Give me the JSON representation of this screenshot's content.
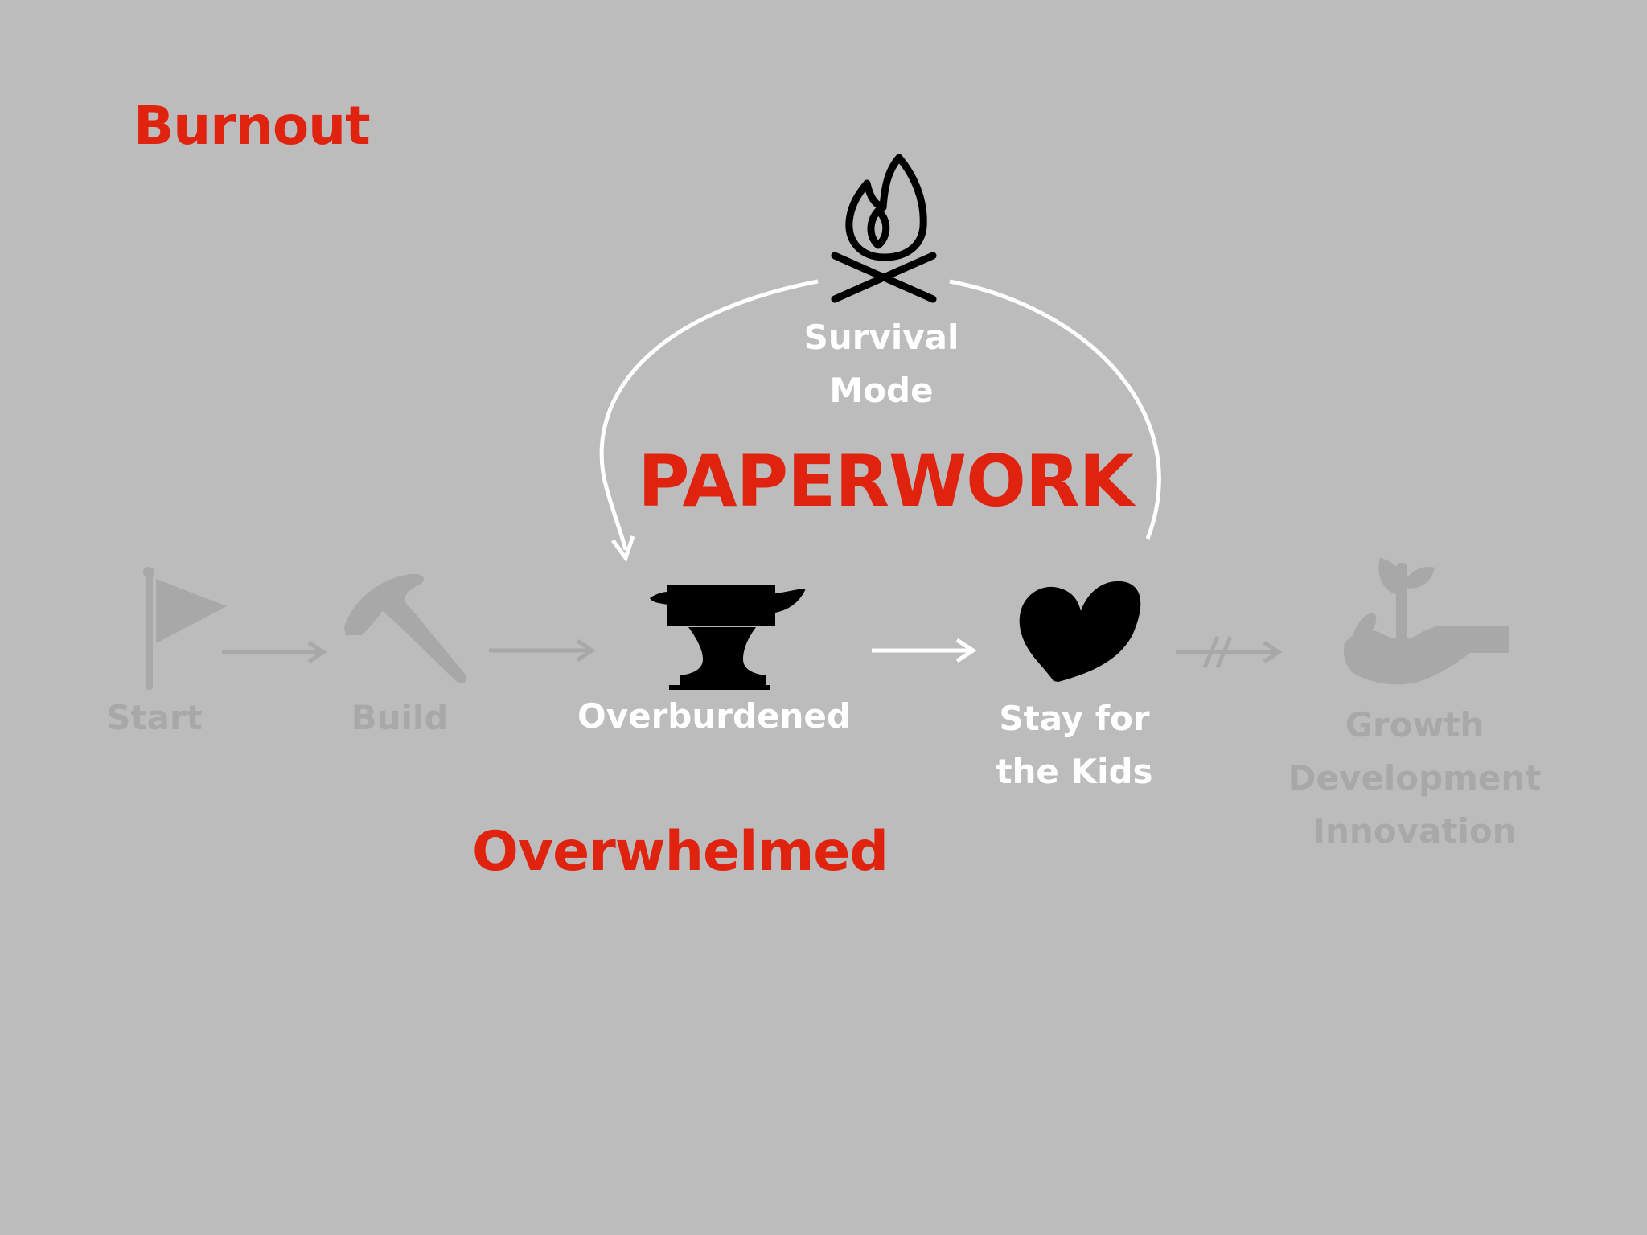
{
  "title": "Burnout",
  "center_label": "PAPERWORK",
  "bottom_label": "Overwhelmed",
  "cycle_node": {
    "label_lines": [
      "Survival",
      "Mode"
    ],
    "icon": "campfire-icon"
  },
  "steps": [
    {
      "label_lines": [
        "Start"
      ],
      "icon": "flag-icon",
      "state": "faded"
    },
    {
      "label_lines": [
        "Build"
      ],
      "icon": "hammer-icon",
      "state": "faded"
    },
    {
      "label_lines": [
        "Overburdened"
      ],
      "icon": "anvil-icon",
      "state": "active"
    },
    {
      "label_lines": [
        "Stay for",
        "the Kids"
      ],
      "icon": "heart-icon",
      "state": "active"
    },
    {
      "label_lines": [
        "Growth",
        "Development",
        "Innovation"
      ],
      "icon": "hand-sprout-icon",
      "state": "faded"
    }
  ],
  "colors": {
    "background": "#bdbcbd",
    "accent_red": "#e0230f",
    "active_text": "#ffffff",
    "faded": "#a9a8a9",
    "icon_black": "#000000"
  }
}
